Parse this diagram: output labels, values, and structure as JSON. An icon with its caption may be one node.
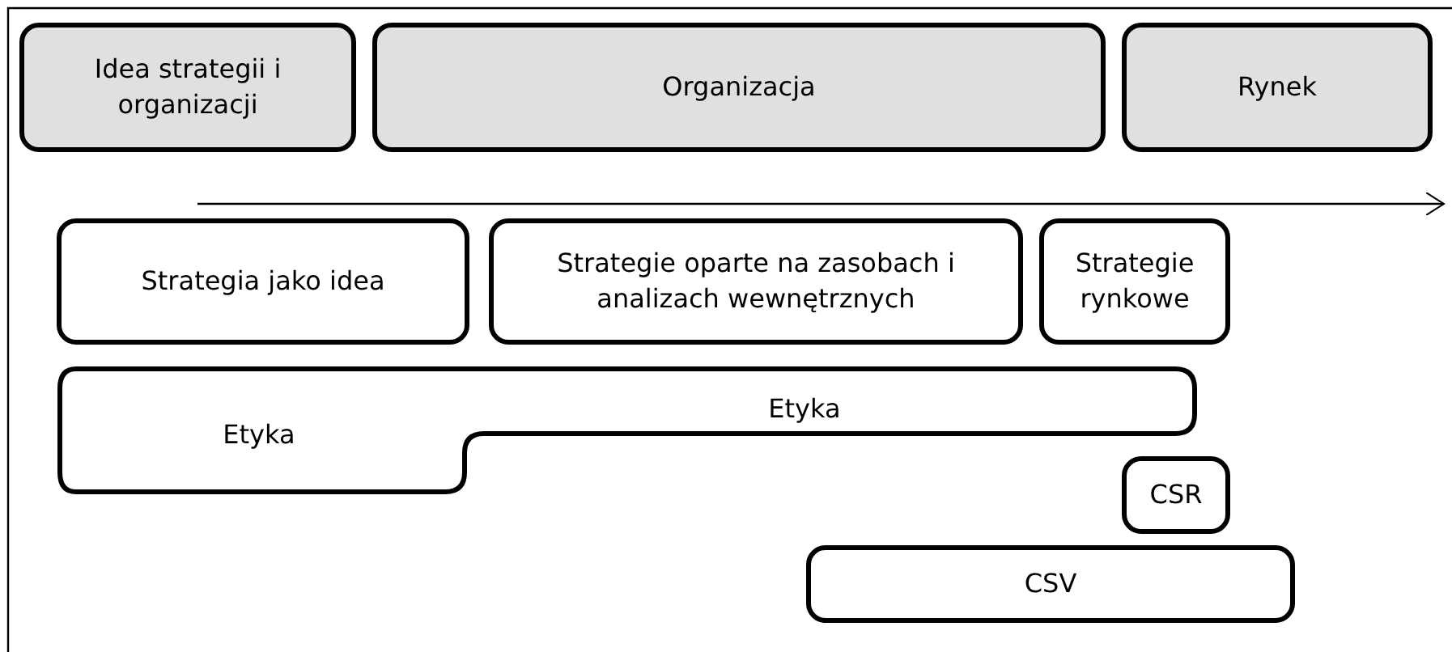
{
  "diagram": {
    "nodes": [
      {
        "text": [
          "Idea strategii i organizacji"
        ]
      },
      {
        "text": [
          "Organizacja"
        ]
      },
      {
        "text": [
          "Rynek"
        ]
      },
      {
        "text": [
          "Strategia jako idea"
        ]
      },
      {
        "text": [
          "Strategie oparte na zasobach i analizach wewnętrznych"
        ]
      },
      {
        "text": [
          "Strategie rynkowe"
        ]
      },
      {
        "text": [
          "Etyka",
          "Etyka"
        ]
      },
      {
        "text": [
          "CSR"
        ]
      },
      {
        "text": [
          "CSV"
        ]
      }
    ],
    "edges": []
  }
}
